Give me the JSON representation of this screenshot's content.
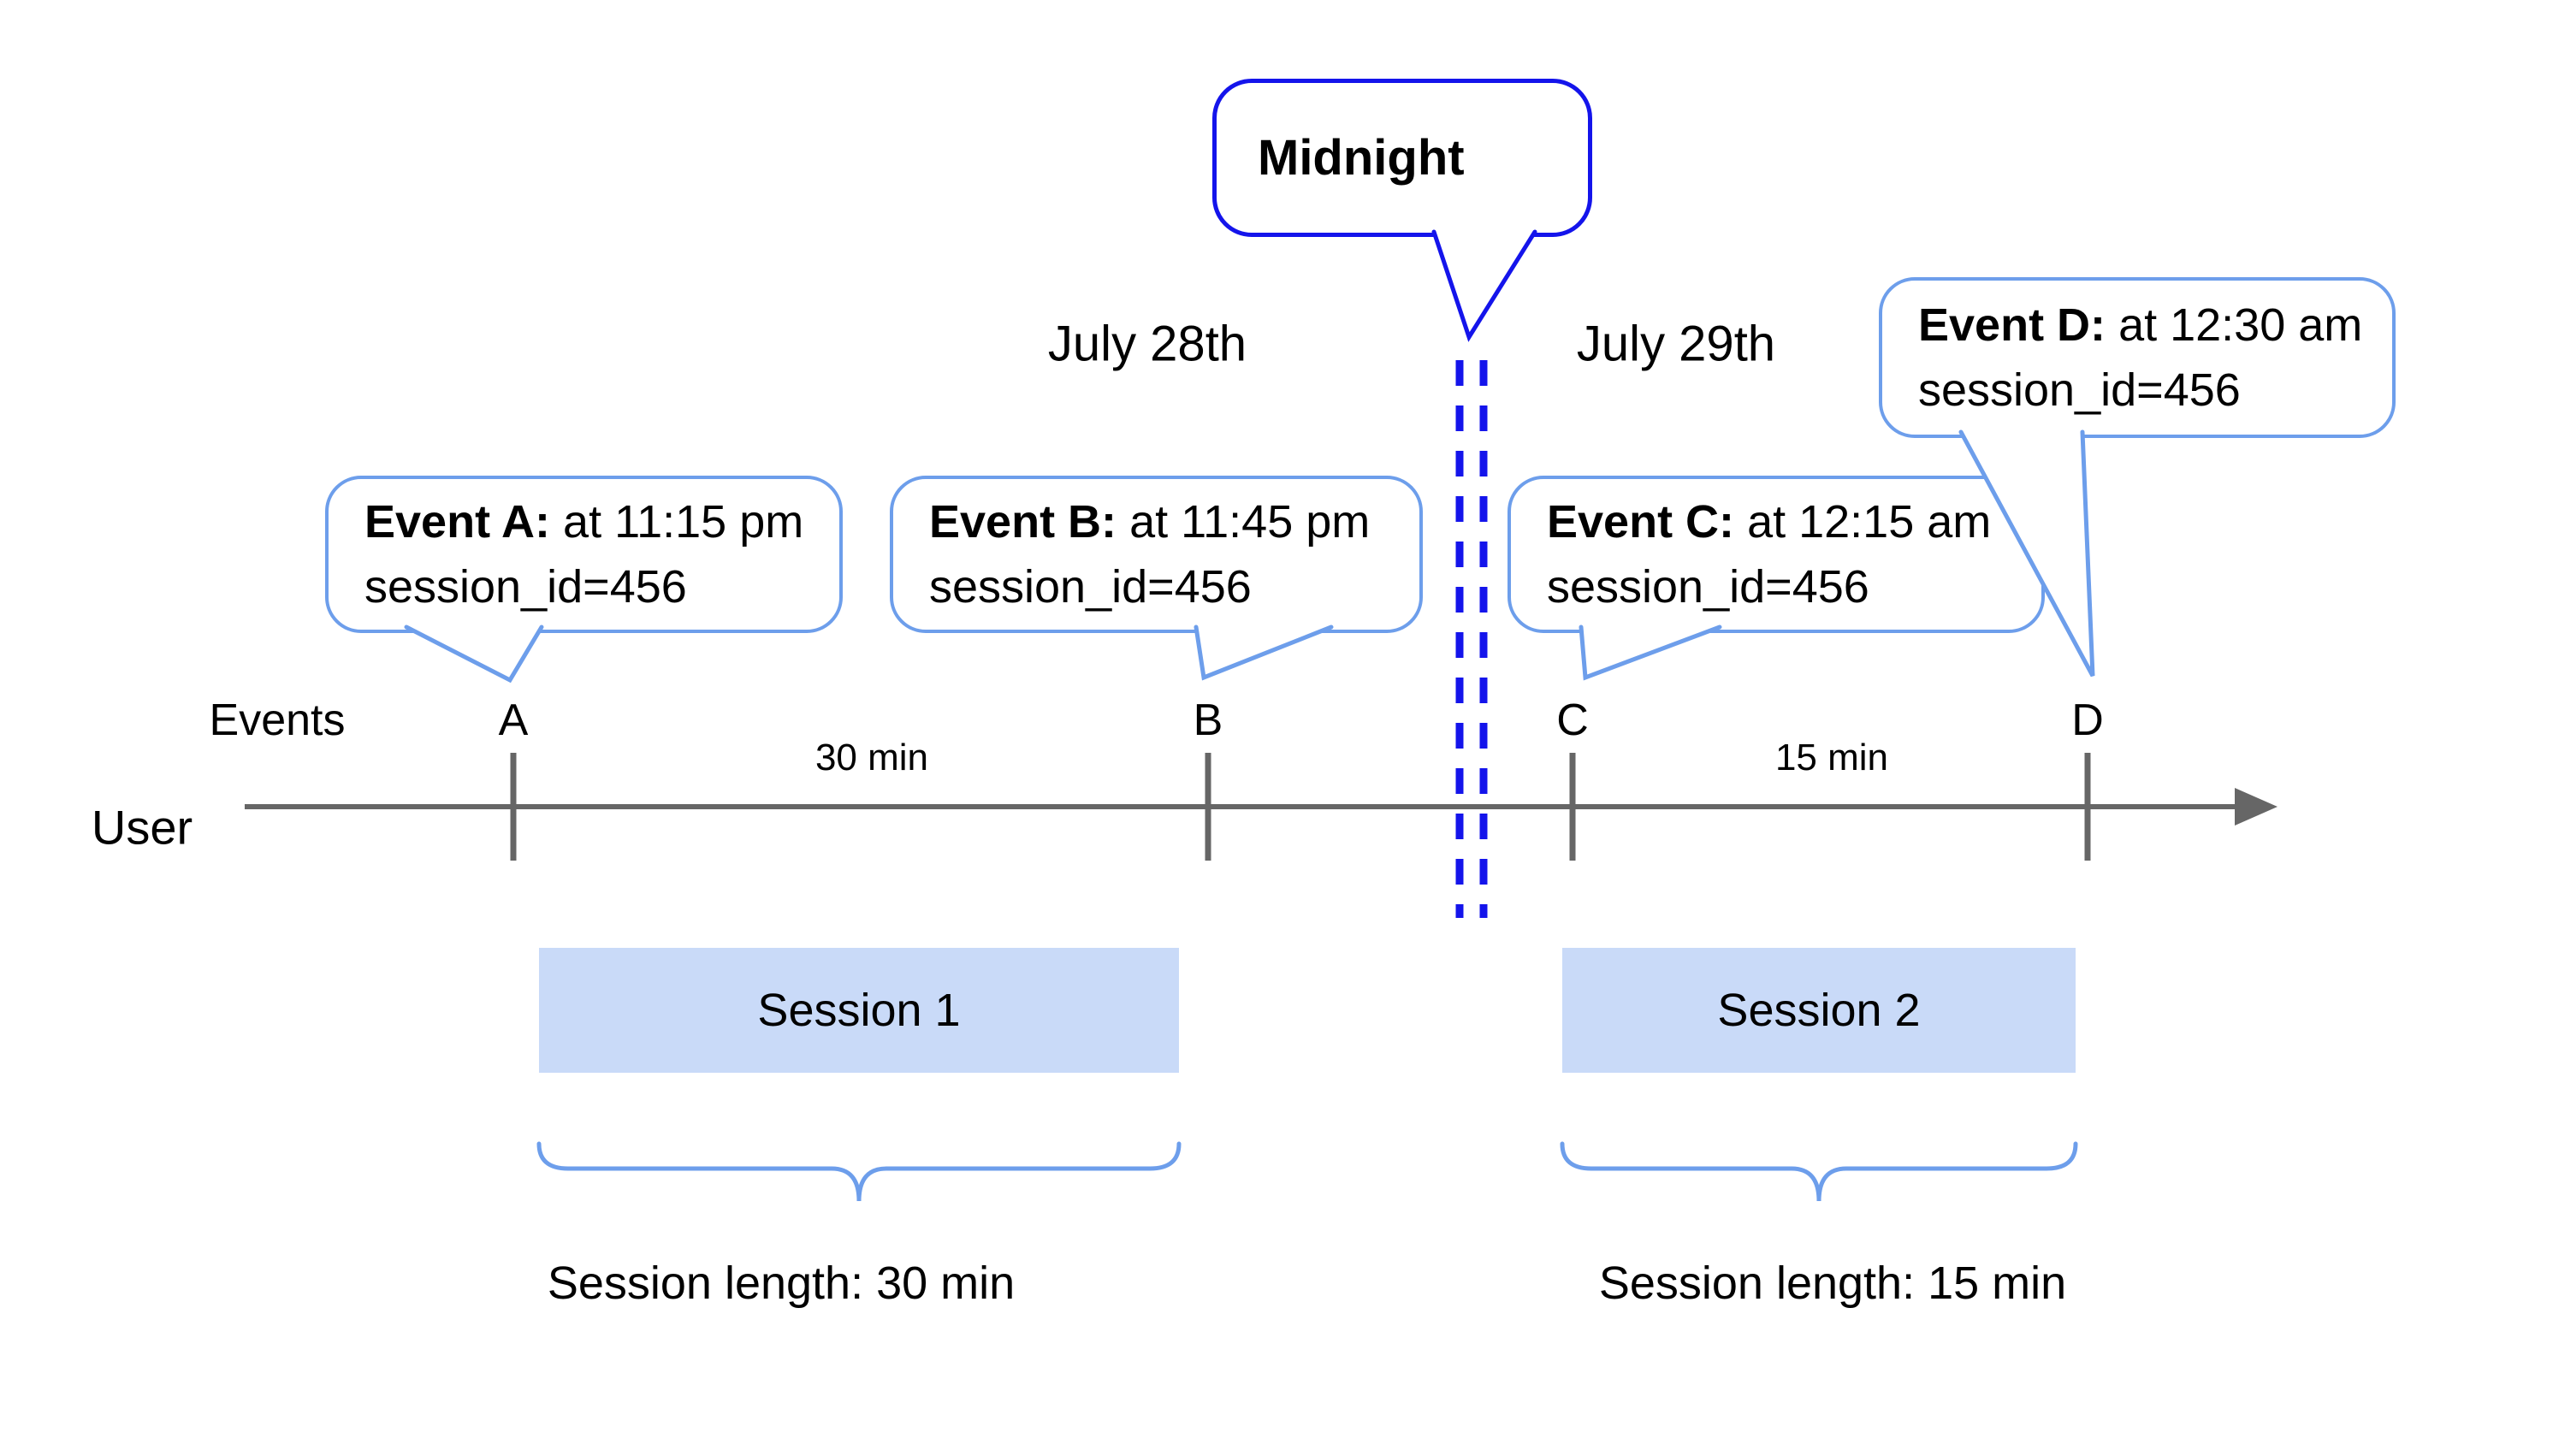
{
  "dates": {
    "before_midnight": "July 28th",
    "after_midnight": "July 29th"
  },
  "midnight": {
    "label": "Midnight"
  },
  "timeline": {
    "events_row_label": "Events",
    "user_row_label": "User",
    "markers": [
      {
        "id": "A"
      },
      {
        "id": "B"
      },
      {
        "id": "C"
      },
      {
        "id": "D"
      }
    ],
    "intervals": [
      {
        "label": "30 min"
      },
      {
        "label": "15 min"
      }
    ]
  },
  "callouts": [
    {
      "event": "Event A:",
      "detail": "at 11:15 pm",
      "session": "session_id=456"
    },
    {
      "event": "Event B:",
      "detail": "at 11:45 pm",
      "session": "session_id=456"
    },
    {
      "event": "Event C:",
      "detail": "at 12:15 am",
      "session": "session_id=456"
    },
    {
      "event": "Event D:",
      "detail": "at 12:30 am",
      "session": "session_id=456"
    }
  ],
  "sessions": [
    {
      "label": "Session 1",
      "length_label": "Session length: 30 min"
    },
    {
      "label": "Session 2",
      "length_label": "Session length: 15 min"
    }
  ],
  "colors": {
    "callout_border": "#6d9eeb",
    "midnight_blue": "#1414eb",
    "session_fill": "#c9daf8",
    "axis_gray": "#666666",
    "text": "#000000"
  }
}
